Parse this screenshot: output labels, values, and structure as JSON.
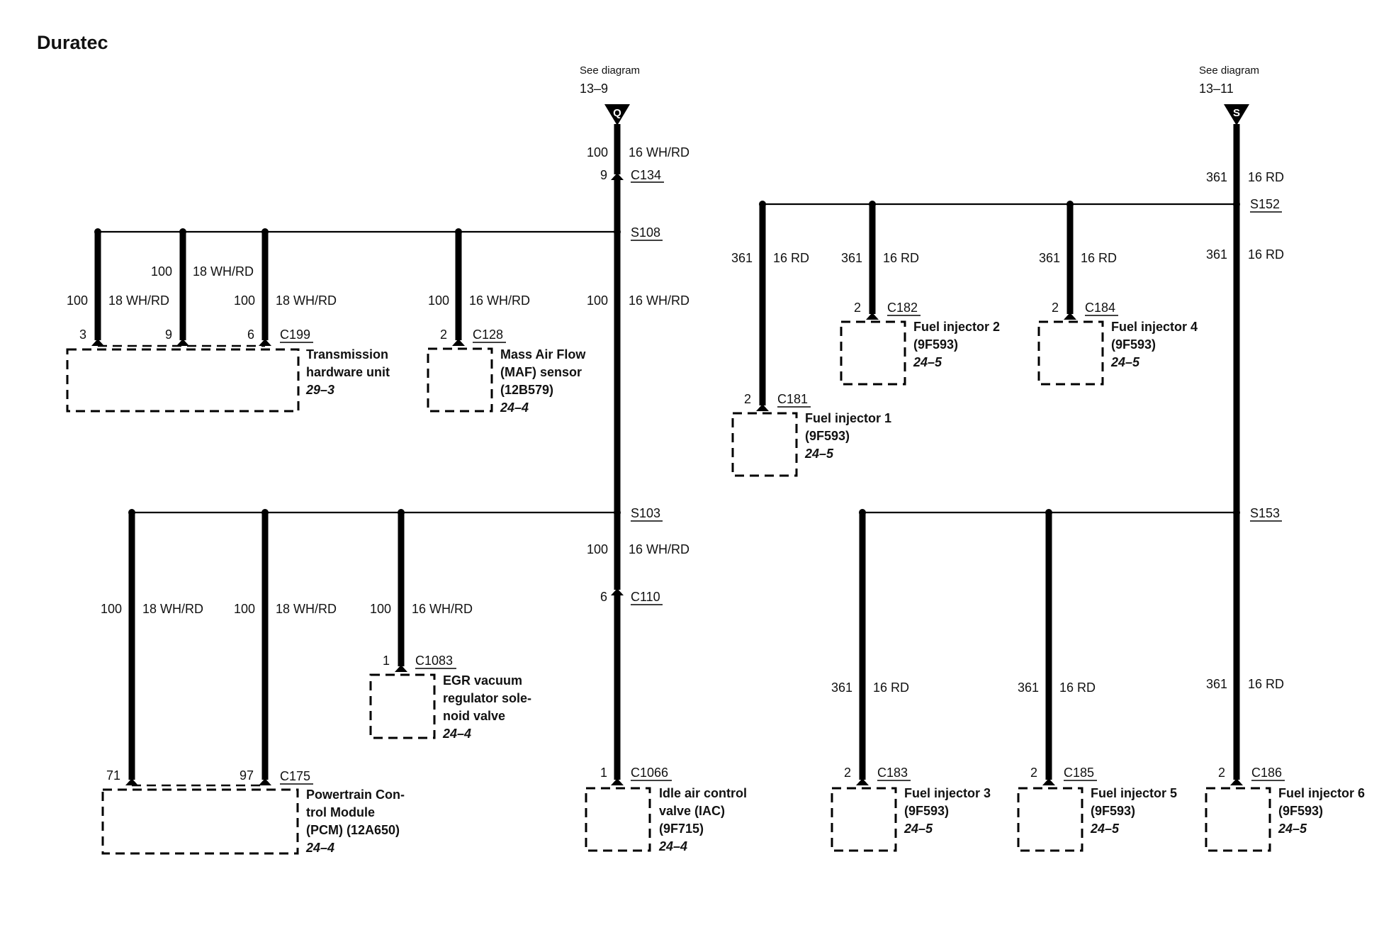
{
  "title": "Duratec",
  "offpage": [
    {
      "see": "See diagram",
      "ref": "13–9",
      "letter": "Q"
    },
    {
      "see": "See diagram",
      "ref": "13–11",
      "letter": "S"
    }
  ],
  "wires": {
    "c100": "100",
    "c361": "361",
    "w16wr": "16 WH/RD",
    "w18wr": "18 WH/RD",
    "w16rd": "16 RD"
  },
  "splices": {
    "s108": "S108",
    "s103": "S103",
    "s152": "S152",
    "s153": "S153"
  },
  "connectors": {
    "c134": "C134",
    "c110": "C110",
    "c199": "C199",
    "c128": "C128",
    "c1083": "C1083",
    "c175": "C175",
    "c1066": "C1066",
    "c181": "C181",
    "c182": "C182",
    "c184": "C184",
    "c183": "C183",
    "c185": "C185",
    "c186": "C186"
  },
  "pins": {
    "p9": "9",
    "p6": "6",
    "p3": "3",
    "p2": "2",
    "p1": "1",
    "p71": "71",
    "p97": "97"
  },
  "components": {
    "thu": {
      "l1": "Transmission",
      "l2": "hardware unit",
      "ref": "29–3"
    },
    "maf": {
      "l1": "Mass Air Flow",
      "l2": "(MAF) sensor",
      "l3": "(12B579)",
      "ref": "24–4"
    },
    "egr": {
      "l1": "EGR vacuum",
      "l2": "regulator sole-",
      "l3": "noid valve",
      "ref": "24–4"
    },
    "pcm": {
      "l1": "Powertrain Con-",
      "l2": "trol Module",
      "l3": "(PCM) (12A650)",
      "ref": "24–4"
    },
    "iac": {
      "l1": "Idle air control",
      "l2": "valve (IAC)",
      "l3": "(9F715)",
      "ref": "24–4"
    },
    "inj1": {
      "l1": "Fuel injector 1",
      "l2": "(9F593)",
      "ref": "24–5"
    },
    "inj2": {
      "l1": "Fuel injector 2",
      "l2": "(9F593)",
      "ref": "24–5"
    },
    "inj3": {
      "l1": "Fuel injector 3",
      "l2": "(9F593)",
      "ref": "24–5"
    },
    "inj4": {
      "l1": "Fuel injector 4",
      "l2": "(9F593)",
      "ref": "24–5"
    },
    "inj5": {
      "l1": "Fuel injector 5",
      "l2": "(9F593)",
      "ref": "24–5"
    },
    "inj6": {
      "l1": "Fuel injector 6",
      "l2": "(9F593)",
      "ref": "24–5"
    }
  }
}
